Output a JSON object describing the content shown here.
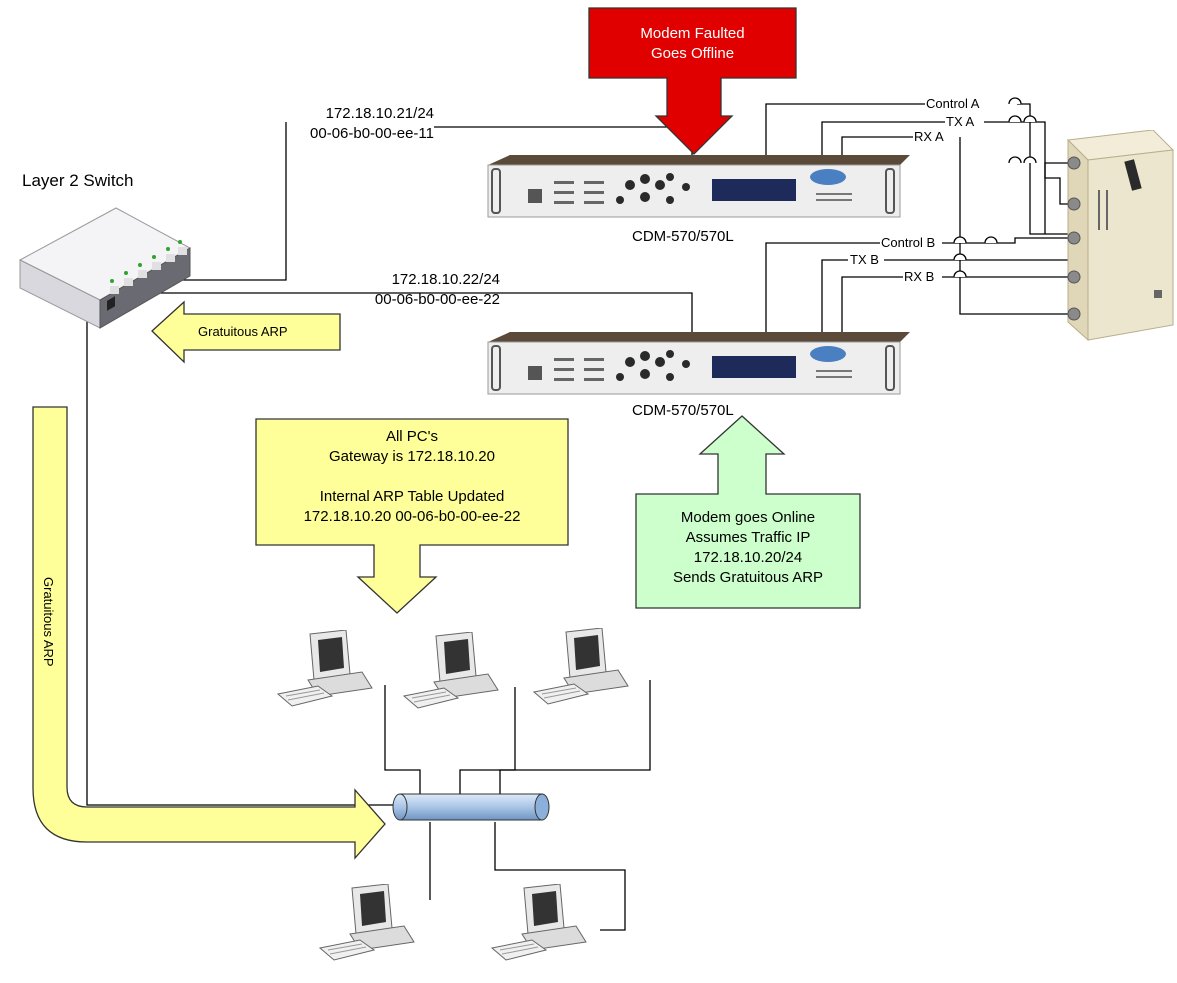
{
  "switch": {
    "label": "Layer 2 Switch"
  },
  "modem_a": {
    "ip": "172.18.10.21/24",
    "mac": "00-06-b0-00-ee-11",
    "model": "CDM-570/570L",
    "display": "",
    "ports": {
      "control": "Control A",
      "tx": "TX A",
      "rx": "RX A"
    }
  },
  "modem_b": {
    "ip": "172.18.10.22/24",
    "mac": "00-06-b0-00-ee-22",
    "model": "CDM-570/570L",
    "display": "",
    "ports": {
      "control": "Control B",
      "tx": "TX B",
      "rx": "RX B"
    }
  },
  "callouts": {
    "fault": {
      "line1": "Modem Faulted",
      "line2": "Goes Offline",
      "color": "#e00000"
    },
    "gratuitous_top": {
      "text": "Gratuitous ARP",
      "color": "#ffff99"
    },
    "gratuitous_left": {
      "text": "Gratuitous ARP",
      "color": "#ffff99"
    },
    "pcs": {
      "line1": "All PC's",
      "line2": "Gateway is 172.18.10.20",
      "line3": "Internal ARP Table Updated",
      "line4": "172.18.10.20  00-06-b0-00-ee-22",
      "color": "#ffff99"
    },
    "online": {
      "line1": "Modem goes Online",
      "line2": "Assumes Traffic IP",
      "line3": "172.18.10.20/24",
      "line4": "Sends Gratuitous ARP",
      "color": "#ccffcc"
    }
  },
  "colors": {
    "hub": "#a9c5e6",
    "rack": "#eeeeee",
    "switch": "#e8e8ee",
    "redundancy_switch": "#ede6cf"
  }
}
